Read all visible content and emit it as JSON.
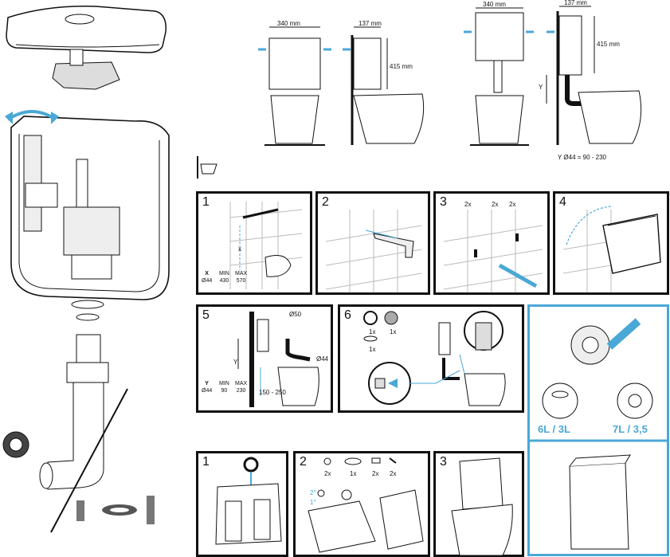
{
  "dimensions": {
    "front_width": "340 mm",
    "side_depth": "137 mm",
    "side_height": "415 mm",
    "front_width_2": "340 mm",
    "side_depth_2": "137 mm",
    "side_height_2": "415 mm",
    "y_letter": "Y",
    "y_range": "Y Ø44 = 90 - 230"
  },
  "wall_panels": [
    {
      "num": "1"
    },
    {
      "num": "2"
    },
    {
      "num": "3"
    },
    {
      "num": "4"
    },
    {
      "num": "5"
    },
    {
      "num": "6"
    }
  ],
  "panel1": {
    "x_label": "x",
    "table_headers": [
      "X",
      "MIN",
      "MAX"
    ],
    "table_row": [
      "Ø44",
      "430",
      "570"
    ]
  },
  "panel3": {
    "counts": [
      "2x",
      "2x",
      "2x"
    ]
  },
  "panel5": {
    "y_label": "Y",
    "dia50": "Ø50",
    "dia44": "Ø44",
    "range": "150 - 250",
    "table_headers": [
      "Y",
      "MIN",
      "MAX"
    ],
    "table_row": [
      "Ø44",
      "90",
      "230"
    ]
  },
  "panel6": {
    "counts": [
      "1x",
      "1x",
      "1x"
    ]
  },
  "flush_options": [
    "6L / 3L",
    "7L / 3,5"
  ],
  "floor_panels": [
    {
      "num": "1"
    },
    {
      "num": "2"
    },
    {
      "num": "3"
    }
  ],
  "floor2": {
    "counts": [
      "2x",
      "1x",
      "2x",
      "2x"
    ],
    "steps": [
      "2°",
      "1°"
    ]
  },
  "colors": {
    "accent": "#4aa8d6",
    "ink": "#111111"
  }
}
